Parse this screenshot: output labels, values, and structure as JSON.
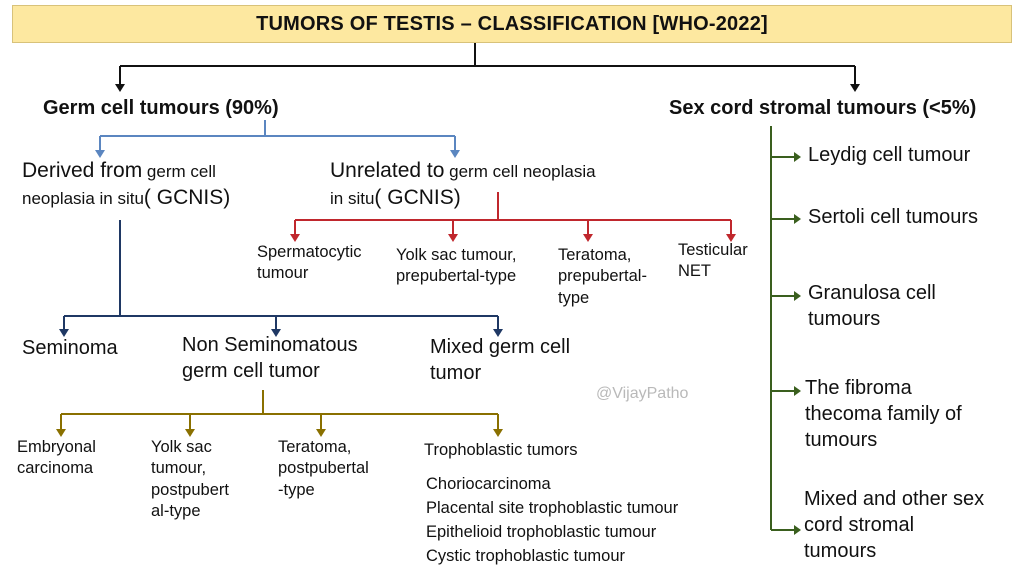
{
  "title": "TUMORS OF TESTIS – CLASSIFICATION  [WHO-2022]",
  "germ": {
    "heading": "Germ cell tumours  (90%)",
    "derived": {
      "big": "Derived from",
      "rest_line1": " germ cell",
      "line2_prefix": "neoplasia in situ",
      "line2_big": "( GCNIS)"
    },
    "unrelated": {
      "big": "Unrelated to",
      "rest_line1": " germ cell neoplasia",
      "line2_prefix": "in situ",
      "line2_big": "( GCNIS)"
    },
    "unrelated_items": [
      [
        "Spermatocytic",
        "tumour"
      ],
      [
        "Yolk sac tumour,",
        "prepubertal-type"
      ],
      [
        "Teratoma,",
        "prepubertal-",
        "type"
      ],
      [
        "Testicular",
        "NET"
      ]
    ],
    "derived_items": [
      [
        "Seminoma"
      ],
      [
        "Non Seminomatous",
        "germ cell tumor"
      ],
      [
        "Mixed germ cell",
        "tumor"
      ]
    ],
    "nsgct_items": [
      [
        "Embryonal",
        "carcinoma"
      ],
      [
        "Yolk sac",
        "tumour,",
        "postpubert",
        "al-type"
      ],
      [
        "Teratoma,",
        "postpubertal",
        "-type"
      ],
      [
        "Trophoblastic tumors"
      ]
    ],
    "trophoblastic_subtypes": [
      "Choriocarcinoma",
      "Placental site trophoblastic tumour",
      "Epithelioid trophoblastic tumour",
      "Cystic trophoblastic tumour"
    ]
  },
  "sexcord": {
    "heading": "Sex cord stromal tumours (<5%)",
    "items": [
      [
        "Leydig cell tumour"
      ],
      [
        "Sertoli cell tumours"
      ],
      [
        "Granulosa cell",
        "tumours"
      ],
      [
        "The fibroma",
        "thecoma family of",
        "tumours"
      ],
      [
        "Mixed and other sex",
        "cord stromal",
        "tumours"
      ]
    ]
  },
  "watermark": "@VijayPatho",
  "colors": {
    "title_bg": "#fde8a0",
    "black": "#111111",
    "blue": "#5b86c0",
    "red": "#c0272d",
    "navy": "#1f3864",
    "olive": "#8a7000",
    "green": "#3a5f1e"
  }
}
